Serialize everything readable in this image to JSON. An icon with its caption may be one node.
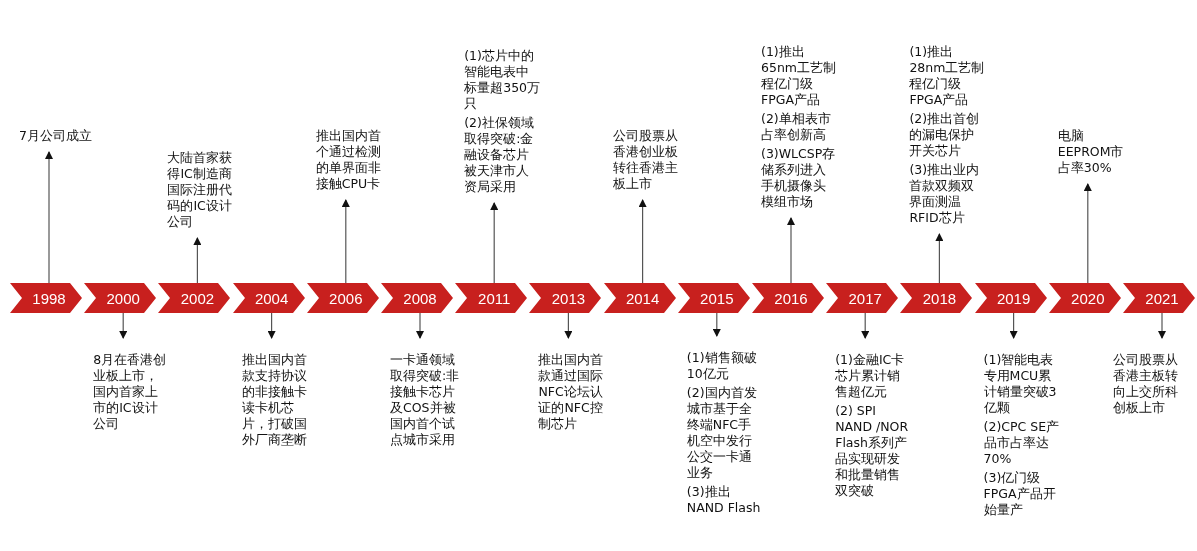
{
  "diagram": {
    "nodes": [
      {
        "text": [
          "1998"
        ]
      },
      {
        "text": [
          "2000"
        ]
      },
      {
        "text": [
          "2002"
        ]
      },
      {
        "text": [
          "2004"
        ]
      },
      {
        "text": [
          "2006"
        ]
      },
      {
        "text": [
          "2008"
        ]
      },
      {
        "text": [
          "2011"
        ]
      },
      {
        "text": [
          "2013"
        ]
      },
      {
        "text": [
          "2014"
        ]
      },
      {
        "text": [
          "2015"
        ]
      },
      {
        "text": [
          "2016"
        ]
      },
      {
        "text": [
          "2017"
        ]
      },
      {
        "text": [
          "2018"
        ]
      },
      {
        "text": [
          "2019"
        ]
      },
      {
        "text": [
          "2020"
        ]
      },
      {
        "text": [
          "2021"
        ]
      },
      {
        "text": [
          "7月公司成立"
        ]
      },
      {
        "text": [
          "8月在香港创业板上市，国内首家上市的IC设计公司"
        ]
      },
      {
        "text": [
          "大陆首家获得IC制造商国际注册代码的IC设计公司"
        ]
      },
      {
        "text": [
          "推出国内首款支持协议的非接触卡读卡机芯片，打破国外厂商垄断"
        ]
      },
      {
        "text": [
          "推出国内首个通过检测的单界面非接触CPU卡"
        ]
      },
      {
        "text": [
          "一卡通领域取得突破:非接触卡芯片及COS并被国内首个试点城市采用"
        ]
      },
      {
        "text": [
          "(1)芯片中的智能电表中标量超350万只",
          "(2)社保领域取得突破:金融设备芯片被天津市人资局采用"
        ]
      },
      {
        "text": [
          "推出国内首款通过国际NFC论坛认证的NFC控制芯片"
        ]
      },
      {
        "text": [
          "公司股票从香港创业板转往香港主板上市"
        ]
      },
      {
        "text": [
          "(1)销售额破10亿元",
          "(2)国内首发城市基于全终端NFC手机空中发行公交一卡通业务",
          "(3)推出NAND Flash"
        ]
      },
      {
        "text": [
          "(1)推出65nm工艺制程亿门级FPGA产品",
          "(2)单相表市占率创新高",
          "(3)WLCSP存储系列进入手机摄像头模组市场"
        ]
      },
      {
        "text": [
          "(1)金融IC卡芯片累计销售超亿元",
          "(2) SPI NAND /NOR Flash系列产品实现研发和批量销售双突破"
        ]
      },
      {
        "text": [
          "(1)推出28nm工艺制程亿门级FPGA产品",
          "(2)推出首创的漏电保护开关芯片",
          "(3)推出业内首款双频双界面测温RFID芯片"
        ]
      },
      {
        "text": [
          "(1)智能电表专用MCU累计销量突破3亿颗",
          "(2)CPC SE产品市占率达70%",
          "(3)亿门级FPGA产品开始量产"
        ]
      },
      {
        "text": [
          "电脑EEPROM市占率30%"
        ]
      },
      {
        "text": [
          "公司股票从香港主板转向上交所科创板上市"
        ]
      }
    ],
    "edges": [
      {
        "from": 0,
        "to": 16,
        "arrow": "to"
      },
      {
        "from": 1,
        "to": 17,
        "arrow": "to"
      },
      {
        "from": 2,
        "to": 18,
        "arrow": "to"
      },
      {
        "from": 3,
        "to": 19,
        "arrow": "to"
      },
      {
        "from": 4,
        "to": 20,
        "arrow": "to"
      },
      {
        "from": 5,
        "to": 21,
        "arrow": "to"
      },
      {
        "from": 6,
        "to": 22,
        "arrow": "to"
      },
      {
        "from": 7,
        "to": 23,
        "arrow": "to"
      },
      {
        "from": 8,
        "to": 24,
        "arrow": "to"
      },
      {
        "from": 9,
        "to": 25,
        "arrow": "to"
      },
      {
        "from": 10,
        "to": 26,
        "arrow": "to"
      },
      {
        "from": 11,
        "to": 27,
        "arrow": "to"
      },
      {
        "from": 12,
        "to": 28,
        "arrow": "to"
      },
      {
        "from": 13,
        "to": 29,
        "arrow": "to"
      },
      {
        "from": 14,
        "to": 30,
        "arrow": "to"
      },
      {
        "from": 15,
        "to": 31,
        "arrow": "to"
      }
    ]
  }
}
